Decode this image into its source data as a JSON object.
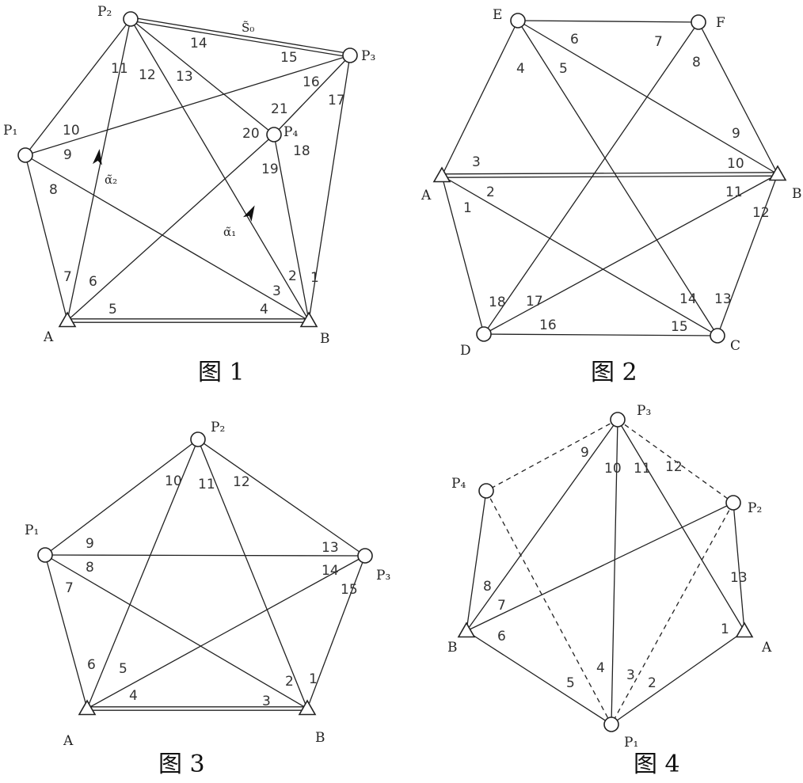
{
  "figures": [
    {
      "id": "fig1",
      "caption": "图 1",
      "nodes": [
        {
          "id": "P2",
          "text": "P₂",
          "shape": "circle"
        },
        {
          "id": "P3",
          "text": "P₃",
          "shape": "circle"
        },
        {
          "id": "P1",
          "text": "P₁",
          "shape": "circle"
        },
        {
          "id": "P4",
          "text": "P₄",
          "shape": "circle"
        },
        {
          "id": "A",
          "text": "A",
          "shape": "triangle"
        },
        {
          "id": "B",
          "text": "B",
          "shape": "triangle"
        }
      ],
      "edges": [
        {
          "from": "P2",
          "to": "P3",
          "style": "double"
        },
        {
          "from": "P2",
          "to": "P1",
          "style": "solid"
        },
        {
          "from": "P2",
          "to": "A",
          "style": "solid"
        },
        {
          "from": "P2",
          "to": "B",
          "style": "solid"
        },
        {
          "from": "P2",
          "to": "P4",
          "style": "solid"
        },
        {
          "from": "P3",
          "to": "P1",
          "style": "solid"
        },
        {
          "from": "P3",
          "to": "B",
          "style": "solid"
        },
        {
          "from": "P3",
          "to": "P4",
          "style": "solid"
        },
        {
          "from": "P1",
          "to": "A",
          "style": "solid"
        },
        {
          "from": "P1",
          "to": "B",
          "style": "solid"
        },
        {
          "from": "P4",
          "to": "A",
          "style": "solid"
        },
        {
          "from": "P4",
          "to": "B",
          "style": "solid"
        },
        {
          "from": "A",
          "to": "B",
          "style": "double"
        }
      ],
      "edge_labels": [
        "1",
        "2",
        "3",
        "4",
        "5",
        "6",
        "7",
        "8",
        "9",
        "10",
        "11",
        "12",
        "13",
        "14",
        "15",
        "16",
        "17",
        "18",
        "19",
        "20",
        "21"
      ],
      "annotations": [
        "S̃₀",
        "α̃₁",
        "α̃₂"
      ]
    },
    {
      "id": "fig2",
      "caption": "图 2",
      "nodes": [
        {
          "id": "E",
          "text": "E",
          "shape": "circle"
        },
        {
          "id": "F",
          "text": "F",
          "shape": "circle"
        },
        {
          "id": "A",
          "text": "A",
          "shape": "triangle"
        },
        {
          "id": "B",
          "text": "B",
          "shape": "triangle"
        },
        {
          "id": "D",
          "text": "D",
          "shape": "circle"
        },
        {
          "id": "C",
          "text": "C",
          "shape": "circle"
        }
      ],
      "edges": [
        {
          "from": "E",
          "to": "F",
          "style": "solid"
        },
        {
          "from": "E",
          "to": "A",
          "style": "solid"
        },
        {
          "from": "E",
          "to": "C",
          "style": "solid"
        },
        {
          "from": "E",
          "to": "B",
          "style": "solid"
        },
        {
          "from": "F",
          "to": "B",
          "style": "solid"
        },
        {
          "from": "F",
          "to": "D",
          "style": "solid"
        },
        {
          "from": "A",
          "to": "B",
          "style": "double"
        },
        {
          "from": "A",
          "to": "D",
          "style": "solid"
        },
        {
          "from": "A",
          "to": "C",
          "style": "solid"
        },
        {
          "from": "B",
          "to": "C",
          "style": "solid"
        },
        {
          "from": "B",
          "to": "D",
          "style": "solid"
        },
        {
          "from": "D",
          "to": "C",
          "style": "solid"
        }
      ],
      "edge_labels": [
        "1",
        "2",
        "3",
        "4",
        "5",
        "6",
        "7",
        "8",
        "9",
        "10",
        "11",
        "12",
        "13",
        "14",
        "15",
        "16",
        "17",
        "18"
      ]
    },
    {
      "id": "fig3",
      "caption": "图 3",
      "nodes": [
        {
          "id": "P2",
          "text": "P₂",
          "shape": "circle"
        },
        {
          "id": "P1",
          "text": "P₁",
          "shape": "circle"
        },
        {
          "id": "P3",
          "text": "P₃",
          "shape": "circle"
        },
        {
          "id": "A",
          "text": "A",
          "shape": "triangle"
        },
        {
          "id": "B",
          "text": "B",
          "shape": "triangle"
        }
      ],
      "edges": [
        {
          "from": "P2",
          "to": "P1",
          "style": "solid"
        },
        {
          "from": "P2",
          "to": "P3",
          "style": "solid"
        },
        {
          "from": "P2",
          "to": "A",
          "style": "solid"
        },
        {
          "from": "P2",
          "to": "B",
          "style": "solid"
        },
        {
          "from": "P1",
          "to": "P3",
          "style": "solid"
        },
        {
          "from": "P1",
          "to": "A",
          "style": "solid"
        },
        {
          "from": "P1",
          "to": "B",
          "style": "solid"
        },
        {
          "from": "P3",
          "to": "A",
          "style": "solid"
        },
        {
          "from": "P3",
          "to": "B",
          "style": "solid"
        },
        {
          "from": "A",
          "to": "B",
          "style": "double"
        }
      ],
      "edge_labels": [
        "1",
        "2",
        "3",
        "4",
        "5",
        "6",
        "7",
        "8",
        "9",
        "10",
        "11",
        "12",
        "13",
        "14",
        "15"
      ]
    },
    {
      "id": "fig4",
      "caption": "图 4",
      "nodes": [
        {
          "id": "P3",
          "text": "P₃",
          "shape": "circle"
        },
        {
          "id": "P4",
          "text": "P₄",
          "shape": "circle"
        },
        {
          "id": "P2",
          "text": "P₂",
          "shape": "circle"
        },
        {
          "id": "B",
          "text": "B",
          "shape": "triangle"
        },
        {
          "id": "A",
          "text": "A",
          "shape": "triangle"
        },
        {
          "id": "P1",
          "text": "P₁",
          "shape": "circle"
        }
      ],
      "edges": [
        {
          "from": "P3",
          "to": "P4",
          "style": "dashed"
        },
        {
          "from": "P3",
          "to": "B",
          "style": "solid"
        },
        {
          "from": "P3",
          "to": "P1",
          "style": "solid"
        },
        {
          "from": "P3",
          "to": "A",
          "style": "solid"
        },
        {
          "from": "P3",
          "to": "P2",
          "style": "dashed"
        },
        {
          "from": "P4",
          "to": "B",
          "style": "solid"
        },
        {
          "from": "P4",
          "to": "P1",
          "style": "dashed"
        },
        {
          "from": "P2",
          "to": "B",
          "style": "solid"
        },
        {
          "from": "P2",
          "to": "A",
          "style": "solid"
        },
        {
          "from": "P2",
          "to": "P1",
          "style": "dashed"
        },
        {
          "from": "B",
          "to": "P1",
          "style": "solid"
        },
        {
          "from": "A",
          "to": "P1",
          "style": "solid"
        }
      ],
      "edge_labels": [
        "1",
        "2",
        "3",
        "4",
        "5",
        "6",
        "7",
        "8",
        "9",
        "10",
        "11",
        "12",
        "13"
      ]
    }
  ]
}
